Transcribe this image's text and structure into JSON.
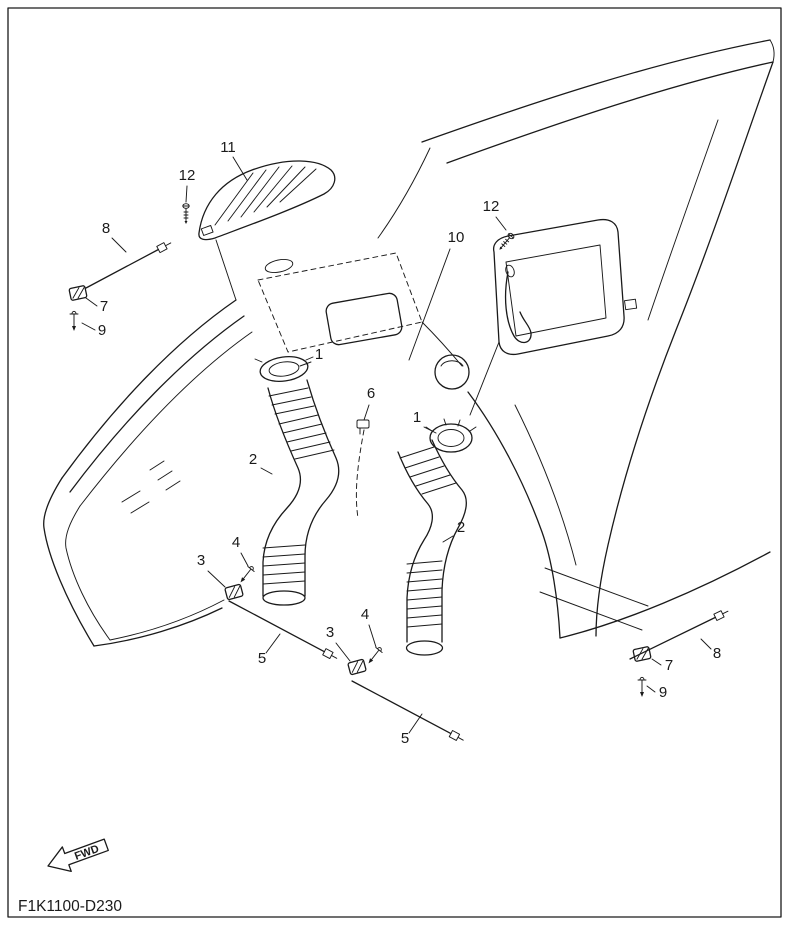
{
  "diagram": {
    "part_code": "F1K1100-D230",
    "fwd_label": "FWD"
  },
  "callouts": [
    {
      "label": "11"
    },
    {
      "label": "12"
    },
    {
      "label": "8"
    },
    {
      "label": "7"
    },
    {
      "label": "9"
    },
    {
      "label": "12"
    },
    {
      "label": "10"
    },
    {
      "label": "1"
    },
    {
      "label": "6"
    },
    {
      "label": "1"
    },
    {
      "label": "2"
    },
    {
      "label": "2"
    },
    {
      "label": "4"
    },
    {
      "label": "3"
    },
    {
      "label": "5"
    },
    {
      "label": "3"
    },
    {
      "label": "4"
    },
    {
      "label": "5"
    },
    {
      "label": "8"
    },
    {
      "label": "7"
    },
    {
      "label": "9"
    }
  ],
  "colors": {
    "line": "#1a1a1a",
    "background": "#ffffff"
  }
}
